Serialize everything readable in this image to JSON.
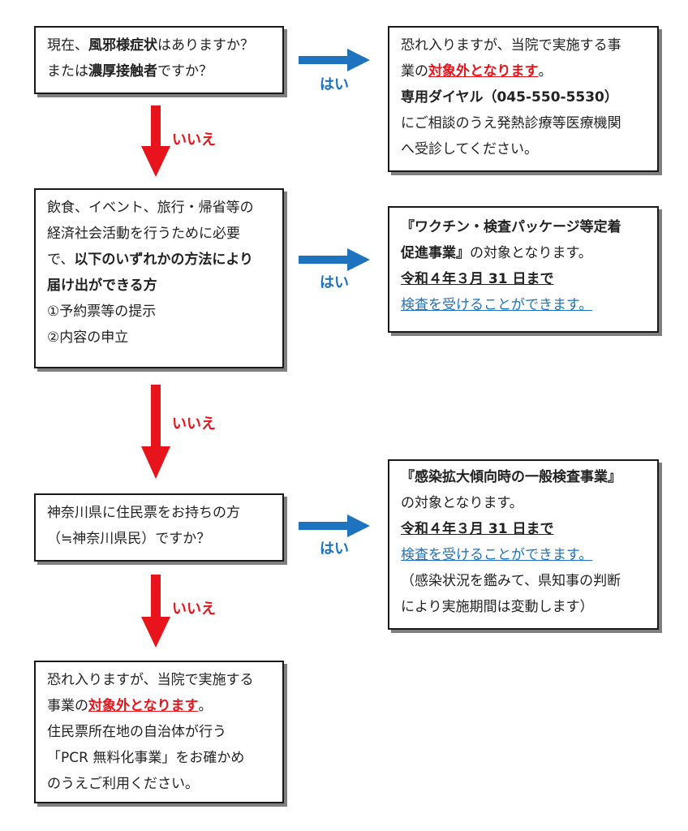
{
  "q1": {
    "line1": [
      "現在、",
      "風邪様症状",
      "はありますか？"
    ],
    "line2": [
      "または",
      "濃厚接触者",
      "ですか？"
    ]
  },
  "r1": {
    "line1": "恐れ入りますが、当院で実施する事",
    "line2": [
      "業の",
      "対象外となります",
      "。"
    ],
    "line3": "専用ダイヤル（045-550-5530）",
    "line4": "にご相談のうえ発熱診療等医療機関",
    "line5": "へ受診してください。"
  },
  "q2": {
    "line1": "飲食、イベント、旅行・帰省等の",
    "line2": "経済社会活動を行うために必要",
    "line3": [
      "で、",
      "以下のいずれかの方法により"
    ],
    "line4": "届け出ができる方",
    "line5": "①予約票等の提示",
    "line6": "②内容の申立"
  },
  "r2": {
    "line1": "『ワクチン・検査パッケージ等定着",
    "line2": [
      "促進事業』",
      "の対象となります。"
    ],
    "line3": "令和４年３月 31 日まで",
    "line4": "検査を受けることができます。"
  },
  "q3": {
    "line1": "神奈川県に住民票をお持ちの方",
    "line2": "（≒神奈川県民）ですか？"
  },
  "r3": {
    "line1": "『感染拡大傾向時の一般検査事業』",
    "line2": "の対象となります。",
    "line3": "令和４年３月 31 日まで",
    "line4": "検査を受けることができます。",
    "line5": "（感染状況を鑑みて、県知事の判断",
    "line6": "により実施期間は変動します）"
  },
  "r4": {
    "line1": "恐れ入りますが、当院で実施する",
    "line2": [
      "事業の",
      "対象外となります",
      "。"
    ],
    "line3": "住民票所在地の自治体が行う",
    "line4": "「PCR 無料化事業」をお確かめ",
    "line5": "のうえご利用ください。"
  },
  "labels": {
    "yes": "はい",
    "no": "いいえ"
  },
  "colors": {
    "yes_arrow": "#1e73be",
    "no_arrow": "#e8141b"
  }
}
